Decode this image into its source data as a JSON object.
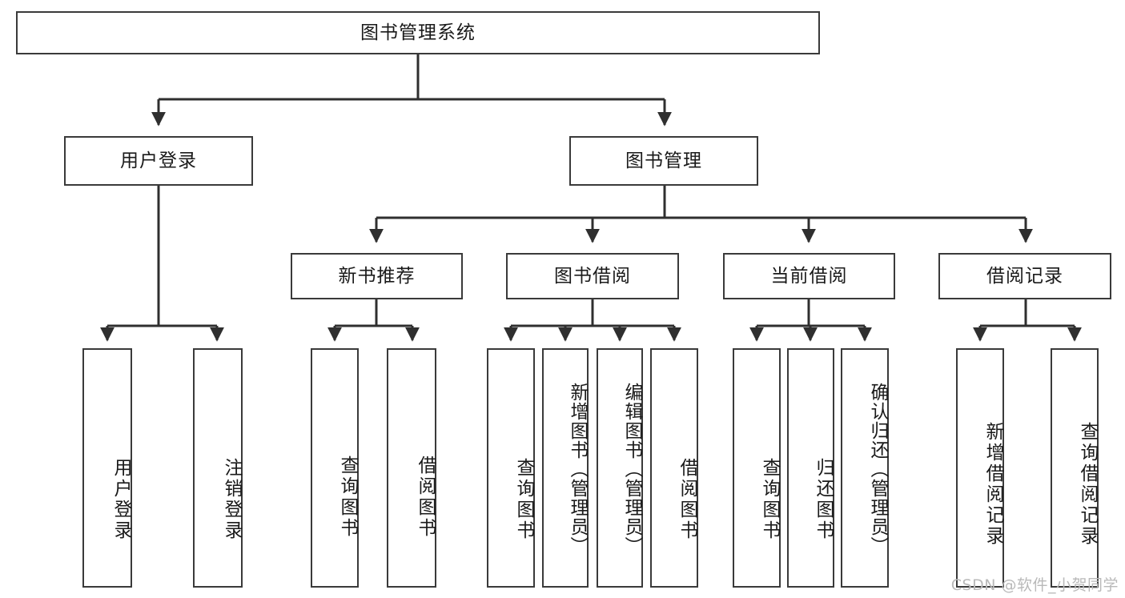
{
  "diagram": {
    "type": "tree",
    "title": "图书管理系统",
    "root": {
      "label": "图书管理系统"
    },
    "level2": [
      {
        "label": "用户登录"
      },
      {
        "label": "图书管理"
      }
    ],
    "level3": [
      {
        "label": "新书推荐"
      },
      {
        "label": "图书借阅"
      },
      {
        "label": "当前借阅"
      },
      {
        "label": "借阅记录"
      }
    ],
    "leaves": [
      {
        "label": "用户登录"
      },
      {
        "label": "注销登录"
      },
      {
        "label": "查询图书"
      },
      {
        "label": "借阅图书"
      },
      {
        "label": "查询图书"
      },
      {
        "label": "新增图书（管理员）"
      },
      {
        "label": "编辑图书（管理员）"
      },
      {
        "label": "借阅图书"
      },
      {
        "label": "查询图书"
      },
      {
        "label": "归还图书"
      },
      {
        "label": "确认归还（管理员）"
      },
      {
        "label": "新增借阅记录"
      },
      {
        "label": "查询借阅记录"
      }
    ],
    "colors": {
      "stroke": "#3a3a3a",
      "background": "#ffffff",
      "text": "#1a1a1a",
      "watermark": "#b9b9b9"
    }
  },
  "watermark": {
    "text": "CSDN @软件_小贺同学"
  }
}
